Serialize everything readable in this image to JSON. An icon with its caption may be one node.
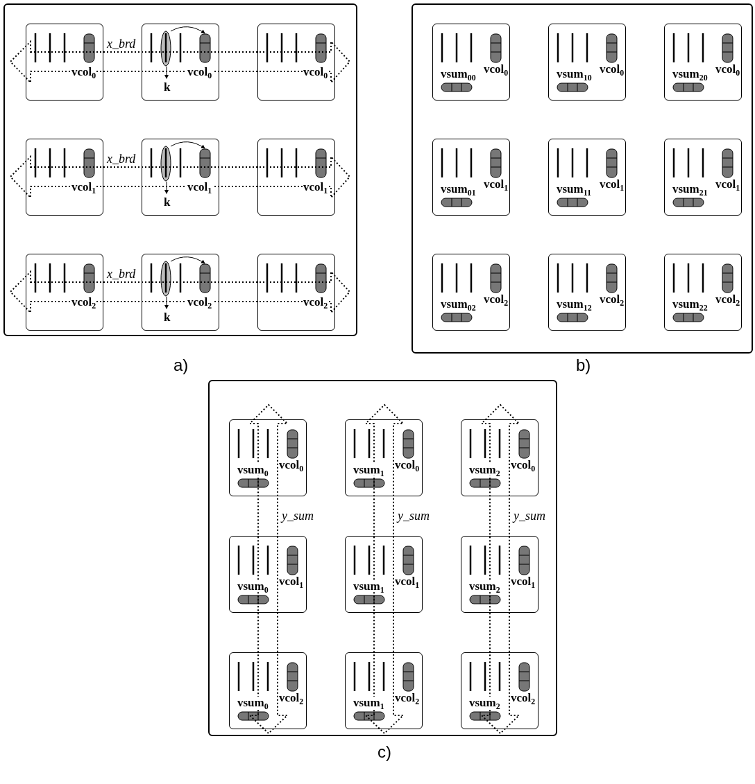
{
  "diagram": {
    "nodes": [
      {
        "text": [],
        "shape": "box",
        "beside": [
          "a)"
        ]
      },
      {
        "text": [
          "vcol$_{0}$"
        ],
        "in": 0
      },
      {
        "text": [
          "vcol$_{0}$",
          "k"
        ],
        "in": 0
      },
      {
        "text": [
          "vcol$_{0}$"
        ],
        "in": 0
      },
      {
        "text": [
          "vcol$_{1}$"
        ],
        "in": 0
      },
      {
        "text": [
          "vcol$_{1}$",
          "k"
        ],
        "in": 0
      },
      {
        "text": [
          "vcol$_{1}$"
        ],
        "in": 0
      },
      {
        "text": [
          "vcol$_{2}$"
        ],
        "in": 0
      },
      {
        "text": [
          "vcol$_{2}$",
          "k"
        ],
        "in": 0
      },
      {
        "text": [
          "vcol$_{2}$"
        ],
        "in": 0
      },
      {
        "text": [],
        "shape": "box",
        "beside": [
          "b)"
        ]
      },
      {
        "text": [
          "vsum$_{00}$",
          "vcol$_{0}$"
        ],
        "in": 10
      },
      {
        "text": [
          "vsum$_{10}$",
          "vcol$_{0}$"
        ],
        "in": 10
      },
      {
        "text": [
          "vsum$_{20}$",
          "vcol$_{0}$"
        ],
        "in": 10
      },
      {
        "text": [
          "vsum$_{01}$",
          "vcol$_{1}$"
        ],
        "in": 10
      },
      {
        "text": [
          "vsum$_{11}$",
          "vcol$_{1}$"
        ],
        "in": 10
      },
      {
        "text": [
          "vsum$_{21}$",
          "vcol$_{1}$"
        ],
        "in": 10
      },
      {
        "text": [
          "vsum$_{02}$",
          "vcol$_{2}$"
        ],
        "in": 10
      },
      {
        "text": [
          "vsum$_{12}$",
          "vcol$_{2}$"
        ],
        "in": 10
      },
      {
        "text": [
          "vsum$_{22}$",
          "vcol$_{2}$"
        ],
        "in": 10
      },
      {
        "text": [],
        "shape": "box",
        "beside": [
          "c)"
        ]
      },
      {
        "text": [
          "vsum$_{0}$",
          "vcol$_{0}$"
        ],
        "in": 20
      },
      {
        "text": [
          "vsum$_{1}$",
          "vcol$_{0}$"
        ],
        "in": 20
      },
      {
        "text": [
          "vsum$_{2}$",
          "vcol$_{0}$"
        ],
        "in": 20
      },
      {
        "text": [
          "vsum$_{0}$",
          "vcol$_{1}$"
        ],
        "in": 20
      },
      {
        "text": [
          "vsum$_{1}$",
          "vcol$_{1}$"
        ],
        "in": 20
      },
      {
        "text": [
          "vsum$_{2}$",
          "vcol$_{1}$"
        ],
        "in": 20
      },
      {
        "text": [
          "vsum$_{0}$",
          "vcol$_{2}$"
        ],
        "in": 20
      },
      {
        "text": [
          "vsum$_{1}$",
          "vcol$_{2}$"
        ],
        "in": 20
      },
      {
        "text": [
          "vsum$_{2}$",
          "vcol$_{2}$"
        ],
        "in": 20
      }
    ],
    "labels": [
      "x_brd",
      "x_brd",
      "x_brd",
      "y_sum",
      "y_sum",
      "y_sum"
    ]
  }
}
